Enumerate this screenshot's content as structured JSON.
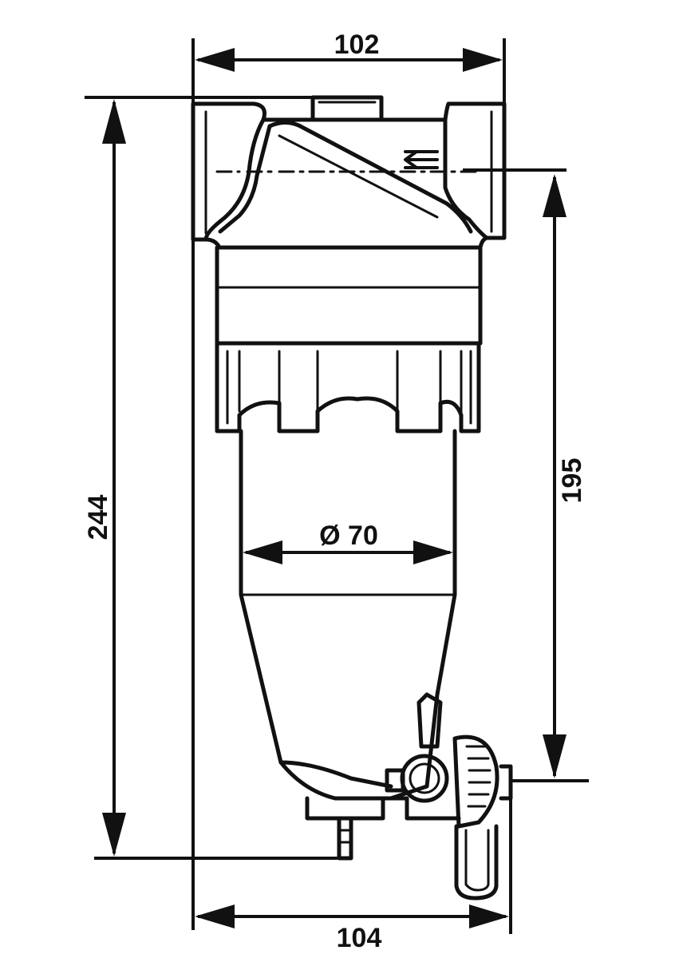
{
  "dimensions": {
    "top_width": "102",
    "total_height": "244",
    "connection_to_drain_height": "195",
    "bowl_diameter": "Ø 70",
    "bottom_width": "104"
  },
  "colors": {
    "line": "#111111",
    "background": "#ffffff"
  }
}
